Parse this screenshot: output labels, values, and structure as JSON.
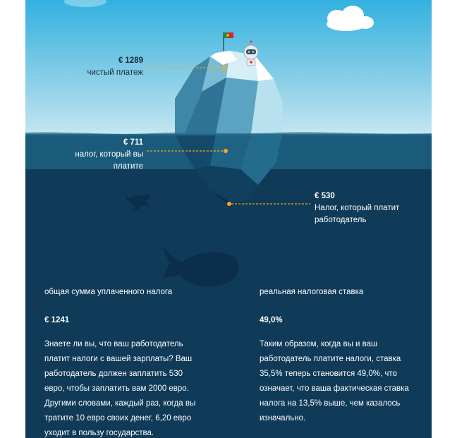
{
  "iceberg": {
    "net_pay": {
      "amount": "€ 1289",
      "caption": "чистый платеж"
    },
    "employee_tax": {
      "amount": "€ 711",
      "caption_line1": "налог, который вы",
      "caption_line2": "платите"
    },
    "employer_tax": {
      "amount": "€ 530",
      "caption_line1": "Налог, который платит",
      "caption_line2": "работодатель"
    }
  },
  "summary": {
    "total_tax": {
      "label": "общая сумма уплаченного налога",
      "value": "€ 1241",
      "description": [
        "Знаете ли вы, что ваш работодатель",
        "платит налоги с вашей зарплаты? Ваш",
        "работодатель должен заплатить 530",
        "евро, чтобы заплатить вам 2000 евро.",
        "Другими словами, каждый раз, когда вы",
        "тратите 10 евро своих денег, 6,20 евро",
        "уходит в пользу государства."
      ]
    },
    "real_rate": {
      "label": "реальная налоговая ставка",
      "value": "49,0%",
      "description": [
        "Таким образом, когда вы и ваш",
        "работодатель платите налоги, ставка",
        "35,5% теперь становится 49,0%, что",
        "означает, что ваша фактическая ставка",
        "налога на 13,5% выше, чем казалось",
        "изначально."
      ]
    }
  },
  "colors": {
    "sky": "#33b1e0",
    "water_deep": "#0f3a58",
    "accent_dots": "#f5a623"
  }
}
